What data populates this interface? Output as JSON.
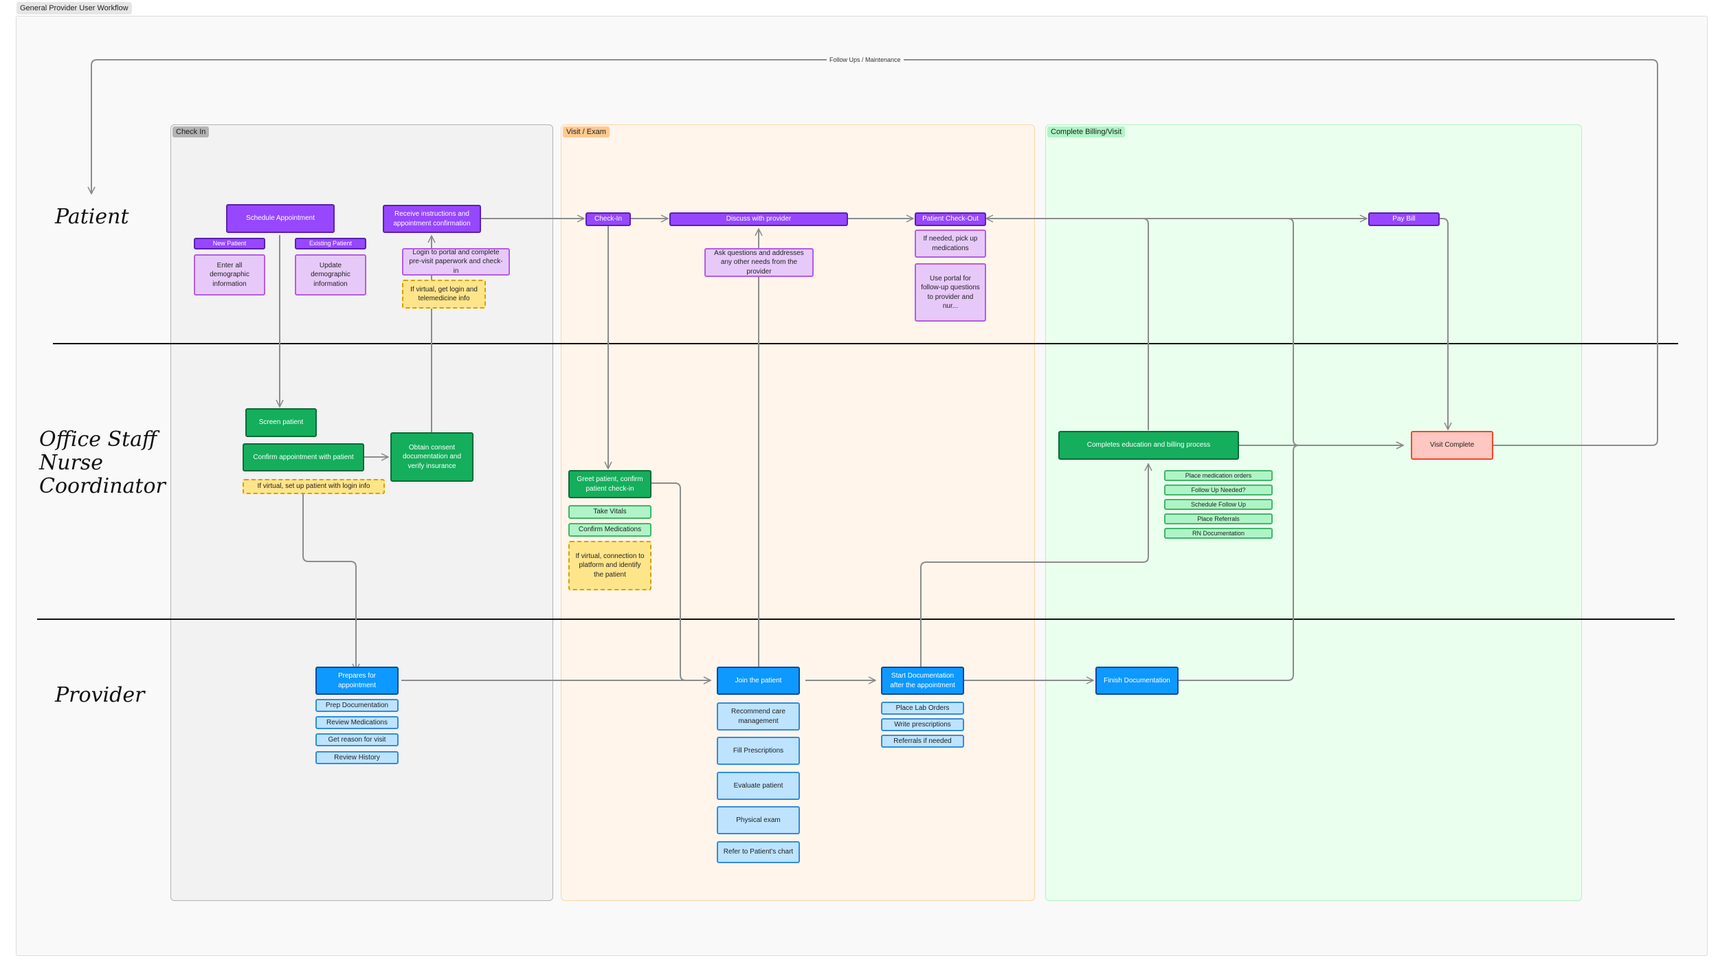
{
  "frame_title": "General Provider User Workflow",
  "loop_label": "Follow Ups / Maintenance",
  "lanes": {
    "patient": "Patient",
    "staff_line1": "Office Staff",
    "staff_line2": "Nurse",
    "staff_line3": "Coordinator",
    "provider": "Provider"
  },
  "sections": {
    "check_in": {
      "label": "Check In",
      "fill": "#f2f2f2",
      "border": "#b3b3b3",
      "tag": "#b3b3b3"
    },
    "visit": {
      "label": "Visit / Exam",
      "fill": "#fff5eb",
      "border": "#ffd5a8",
      "tag": "#ffc98f"
    },
    "billing": {
      "label": "Complete Billing/Visit",
      "fill": "#ebffee",
      "border": "#b3efc4",
      "tag": "#aff4c6"
    }
  },
  "nodes": {
    "schedule_appointment": "Schedule Appointment",
    "new_patient": "New Patient",
    "existing_patient": "Existing Patient",
    "enter_demographic": "Enter all demographic information",
    "update_demographic": "Update demographic information",
    "receive_instructions": "Receive instructions and appointment confirmation",
    "login_portal": "Login to portal and complete pre-visit paperwork and check-in",
    "virtual_login": "If virtual, get login and telemedicine info",
    "check_in": "Check-In",
    "discuss_provider": "Discuss with provider",
    "ask_questions": "Ask questions and addresses any other needs from the provider",
    "patient_checkout": "Patient Check-Out",
    "pick_up_meds": "If needed, pick up medications",
    "use_portal": "Use portal for follow-up questions to provider and nur...",
    "pay_bill": "Pay Bill",
    "screen_patient": "Screen patient",
    "confirm_appointment": "Confirm appointment with patient",
    "virtual_setup": "If virtual, set up patient with login info",
    "obtain_consent": "Obtain consent documentation and verify insurance",
    "greet_patient": "Greet patient, confirm patient check-in",
    "take_vitals": "Take Vitals",
    "confirm_medications": "Confirm Medications",
    "virtual_connection": "If virtual, connection to platform and identify the patient",
    "completes_education": "Completes education and billing process",
    "place_medication_orders": "Place medication orders",
    "follow_up_needed": "Follow Up Needed?",
    "schedule_follow_up": "Schedule Follow Up",
    "place_referrals": "Place Referrals",
    "rn_documentation": "RN Documentation",
    "visit_complete": "Visit Complete",
    "prepares_appointment": "Prepares for appointment",
    "prep_documentation": "Prep Documentation",
    "review_medications": "Review Medications",
    "get_reason": "Get reason for visit",
    "review_history": "Review History",
    "join_patient": "Join the patient",
    "recommend_care": "Recommend care management",
    "fill_prescriptions": "Fill Prescriptions",
    "evaluate_patient": "Evaluate patient",
    "physical_exam": "Physical exam",
    "refer_chart": "Refer to Patient's chart",
    "start_documentation": "Start Documentation after the appointment",
    "place_lab_orders": "Place Lab Orders",
    "write_prescriptions": "Write prescriptions",
    "referrals_if_needed": "Referrals if needed",
    "finish_documentation": "Finish Documentation"
  }
}
